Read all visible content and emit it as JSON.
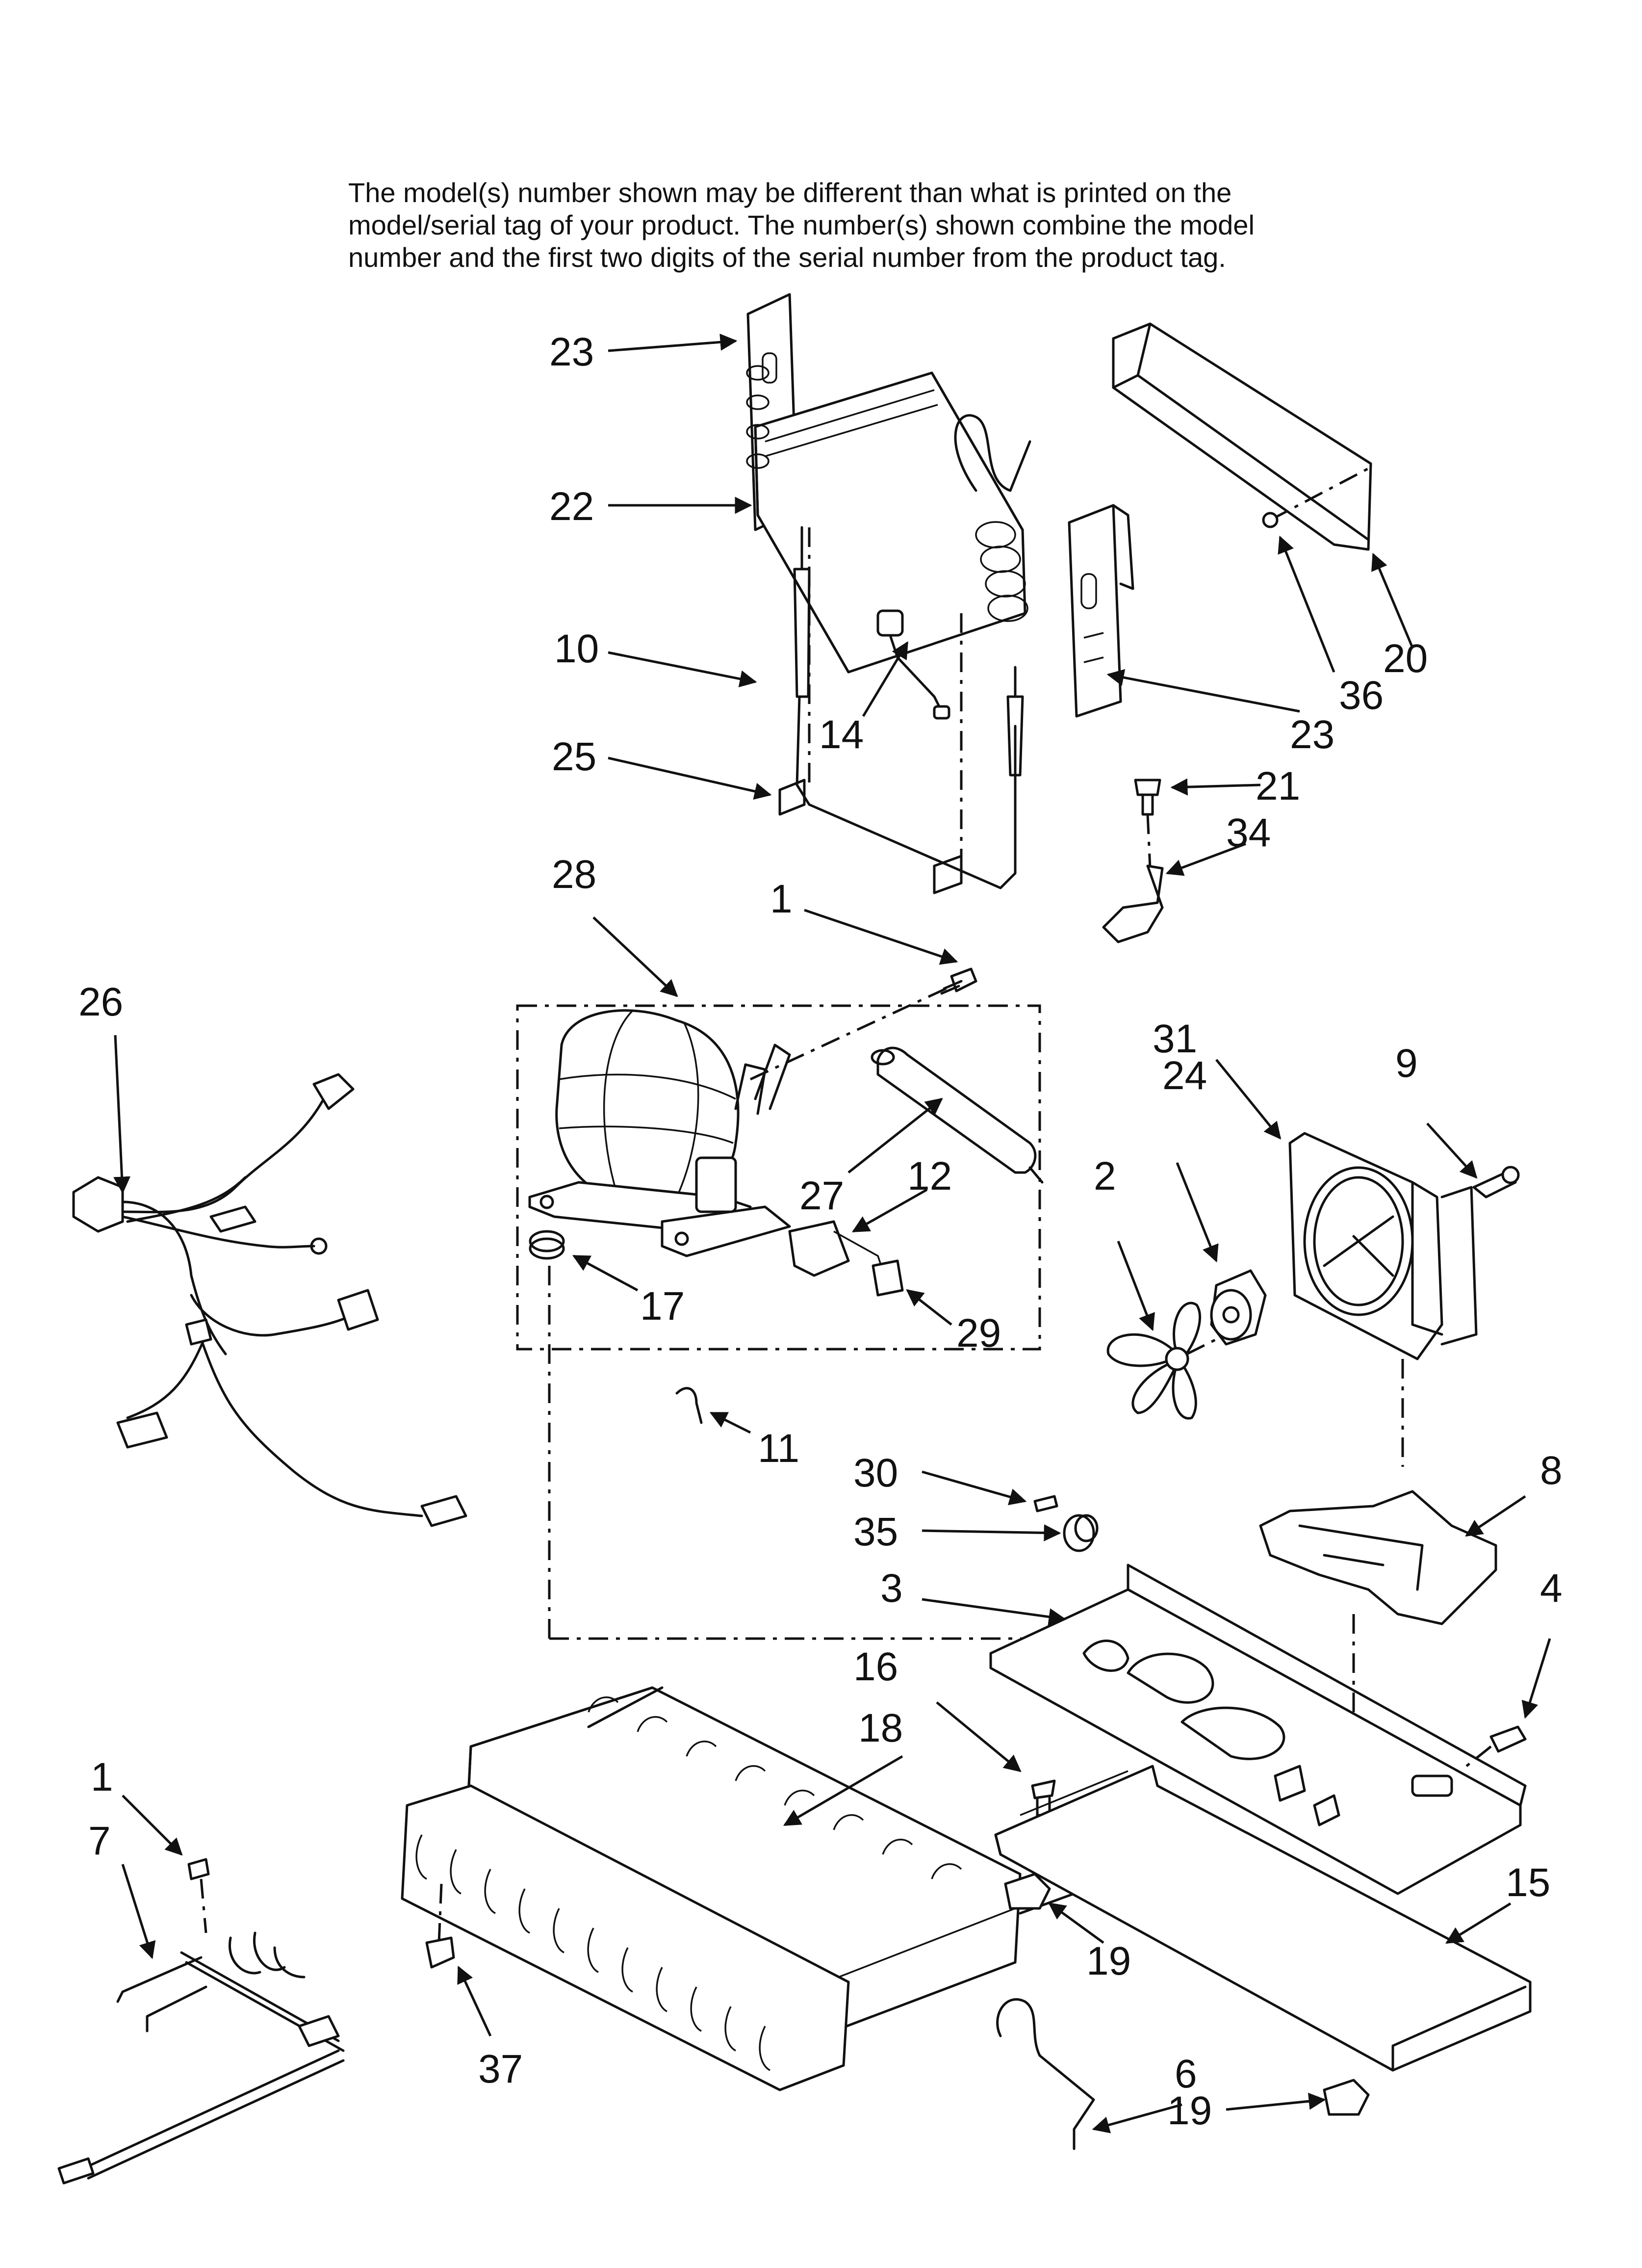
{
  "note": {
    "lines": [
      "The model(s) number shown may be different than what is printed on the",
      "model/serial tag of your product. The number(s) shown combine the model",
      "number and the first two digits of the serial number from the product tag."
    ]
  },
  "callouts": {
    "c23a": "23",
    "c22": "22",
    "c10": "10",
    "c25": "25",
    "c14": "14",
    "c23b": "23",
    "c36": "36",
    "c20": "20",
    "c21": "21",
    "c34": "34",
    "c28": "28",
    "c1a": "1",
    "c26": "26",
    "c27": "27",
    "c12": "12",
    "c17": "17",
    "c29": "29",
    "c31": "31",
    "c9": "9",
    "c24": "24",
    "c2": "2",
    "c11": "11",
    "c30": "30",
    "c8": "8",
    "c35": "35",
    "c3": "3",
    "c4": "4",
    "c16": "16",
    "c18": "18",
    "c1b": "1",
    "c7": "7",
    "c15": "15",
    "c19a": "19",
    "c6": "6",
    "c19b": "19",
    "c37": "37"
  }
}
